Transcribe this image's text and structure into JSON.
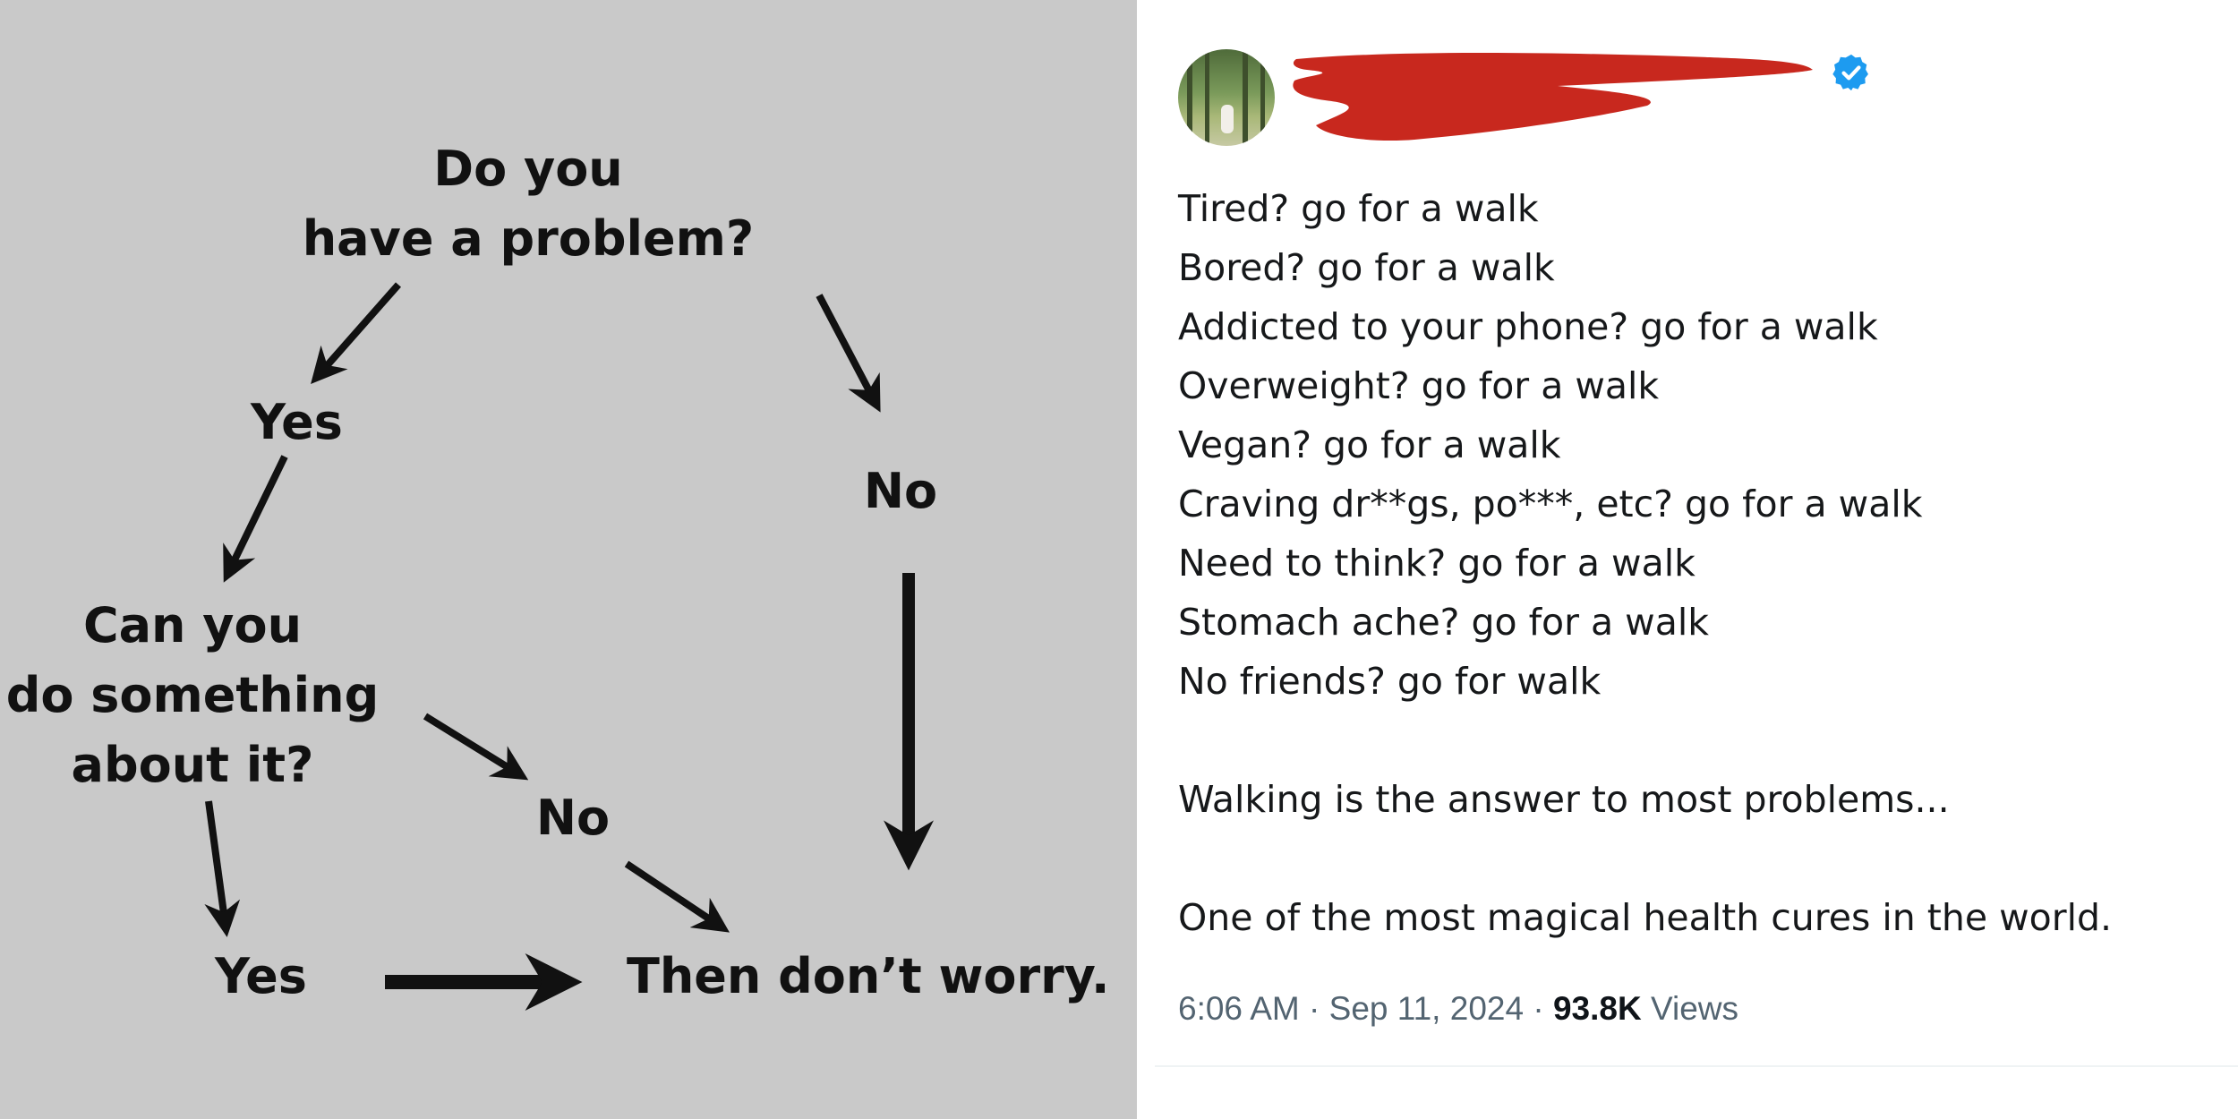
{
  "flowchart": {
    "question1": [
      "Do you",
      "have a problem?"
    ],
    "yes1": "Yes",
    "no1": "No",
    "question2": [
      "Can you",
      "do something",
      "about it?"
    ],
    "no2": "No",
    "yes2": "Yes",
    "answer": "Then don’t worry."
  },
  "tweet": {
    "avatar_icon": "avatar-photo-forest",
    "verified_icon": "verified-badge-icon",
    "verified_color": "#1d9bf0",
    "redaction_color": "#c8281e",
    "lines": [
      "Tired? go for a walk",
      "Bored? go for a walk",
      "Addicted to your phone? go for a walk",
      "Overweight? go for a walk",
      "Vegan? go for a walk",
      "Craving dr**gs, po***, etc? go for a walk",
      "Need to think? go for a walk",
      "Stomach ache? go for a walk",
      "No friends? go for walk"
    ],
    "summary": "Walking is the answer to most problems...",
    "closing": "One of the most magical health cures in the world.",
    "time": "6:06 AM",
    "separator": "·",
    "date": "Sep 11, 2024",
    "views_count": "93.8K",
    "views_label": "Views"
  }
}
